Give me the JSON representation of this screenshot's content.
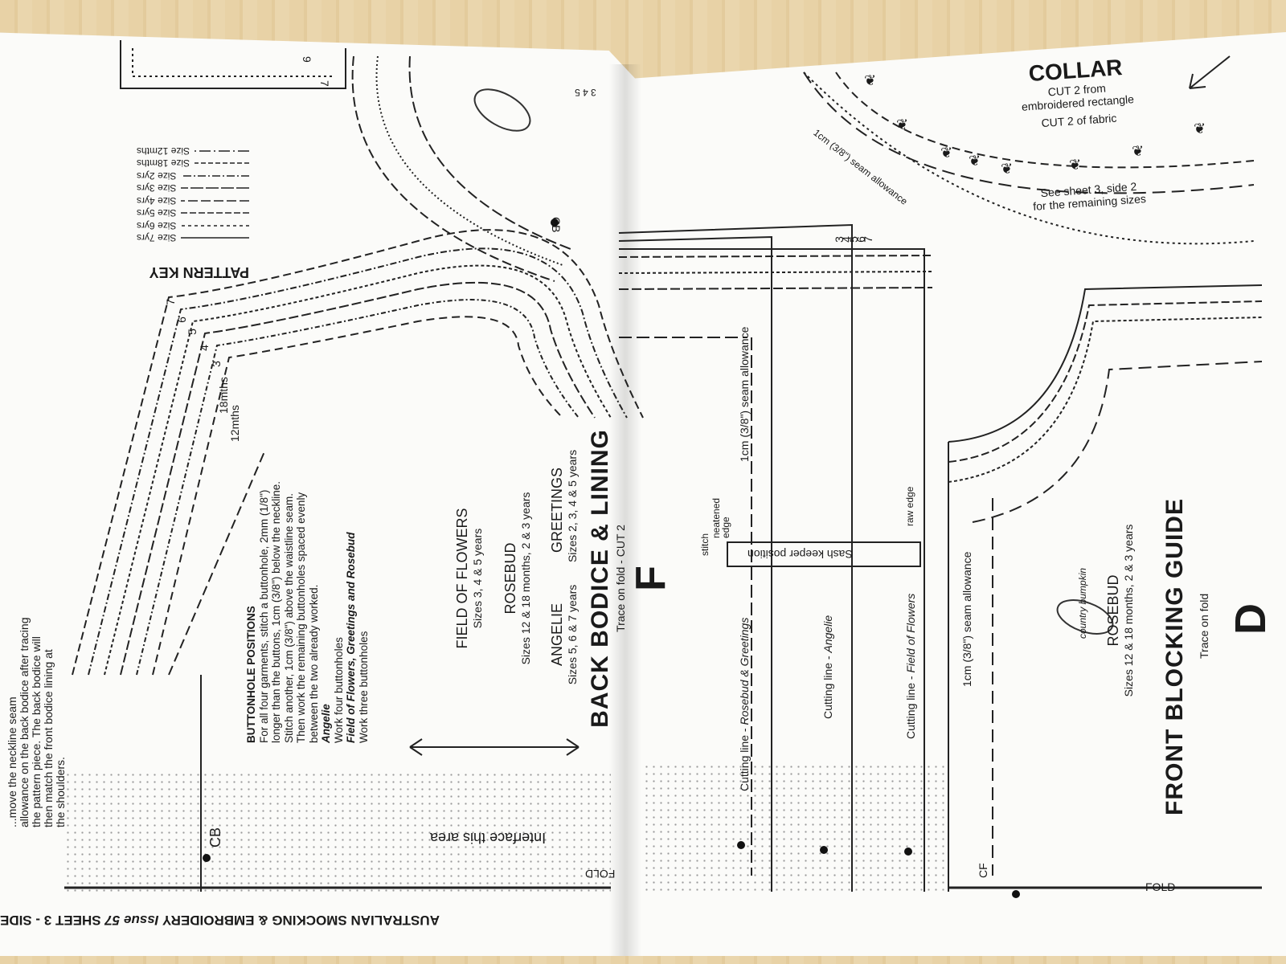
{
  "footer": {
    "magazine": "AUSTRALIAN SMOCKING & EMBROIDERY",
    "issue": "Issue 57",
    "sheet": "SHEET 3 - SIDE"
  },
  "pattern_key": {
    "title": "PATTERN KEY",
    "sizes": [
      "Size 7yrs",
      "Size 6yrs",
      "Size 5yrs",
      "Size 4yrs",
      "Size 3yrs",
      "Size 2yrs",
      "Size 18mths",
      "Size 12mths"
    ]
  },
  "side_note": [
    "allowance on the back bodice after tracing",
    "the pattern piece. The back bodice will",
    "then match the front bodice lining at",
    "the shoulders."
  ],
  "side_note_top": "...move the neckline seam",
  "buttonholes": {
    "title": "BUTTONHOLE POSITIONS",
    "lines": [
      "For all four garments, stitch a buttonhole, 2mm (1/8\")",
      "longer than the buttons, 1cm (3/8\") below the neckline.",
      "Stitch another, 1cm (3/8\") above the waistline seam.",
      "Then work the remaining buttonholes spaced evenly",
      "between the two already worked."
    ],
    "angelie_label": "Angelie",
    "angelie_text": "Work four buttonholes",
    "group_label": "Field of Flowers, Greetings and Rosebud",
    "group_text": "Work three buttonholes"
  },
  "garments": [
    {
      "name": "FIELD OF FLOWERS",
      "sizes": "Sizes 3, 4 & 5 years"
    },
    {
      "name": "ROSEBUD",
      "sizes": "Sizes 12 & 18 months, 2 & 3 years"
    },
    {
      "name": "ANGELIE",
      "sizes": "Sizes 5, 6 & 7 years"
    },
    {
      "name": "GREETINGS",
      "sizes": "Sizes 2, 3, 4 & 5 years"
    }
  ],
  "back_bodice": {
    "title": "BACK BODICE & LINING",
    "subtitle": "Trace on fold - CUT 2",
    "letter": "F"
  },
  "interface_label": "Interface this area",
  "fold_left": "FOLD",
  "cb_label": "CB",
  "labels_12mths": "12mths",
  "labels_18mths": "18mths",
  "seam_allowance": "1cm (3/8\") seam allowance",
  "cutting_lines": [
    {
      "prefix": "Cutting line - ",
      "name": "Rosebud & Greetings"
    },
    {
      "prefix": "Cutting line - ",
      "name": "Angelie"
    },
    {
      "prefix": "Cutting line - ",
      "name": "Field of Flowers"
    }
  ],
  "sash": {
    "label": "Sash keeper position",
    "stitch": "stitch",
    "neatened": "neatened edge",
    "raw": "raw edge"
  },
  "collar": {
    "title": "COLLAR",
    "cut1": "CUT 2 from",
    "cut1b": "embroidered rectangle",
    "cut2": "CUT 2 of fabric",
    "see": "See sheet 3, side 2",
    "see2": "for the remaining sizes",
    "seam": "1cm (3/8\") seam allowance"
  },
  "front_blocking": {
    "title": "FRONT BLOCKING GUIDE",
    "garment": "ROSEBUD",
    "sizes": "Sizes 12 & 18 months, 2 & 3 years",
    "fold_note": "Trace on fold",
    "letter": "D",
    "seam": "1cm (3/8\") seam allowance",
    "cf": "CF",
    "fold": "FOLD"
  },
  "logo": "country bumpkin",
  "size_numbers": [
    "3",
    "4",
    "5",
    "6",
    "7"
  ],
  "cb_neck": "CB",
  "dot_numbers": "3 4 5",
  "top_numbers": [
    "9",
    "7"
  ]
}
